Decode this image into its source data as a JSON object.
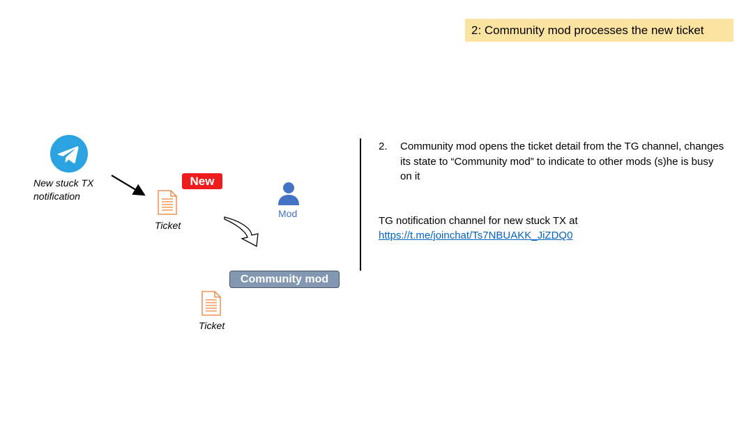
{
  "title": "2: Community mod processes the new ticket",
  "left_diagram": {
    "notification_caption": "New stuck TX notification",
    "new_badge": "New",
    "ticket_label_1": "Ticket",
    "mod_label": "Mod",
    "community_badge": "Community mod",
    "ticket_label_2": "Ticket"
  },
  "right_panel": {
    "step_number": "2.",
    "step_text": "Community mod opens the ticket detail from the TG channel, changes its state to “Community mod” to indicate to other mods (s)he is busy on it",
    "channel_note": "TG notification channel for new stuck TX at",
    "channel_link": "https://t.me/joinchat/Ts7NBUAKK_JiZDQ0"
  },
  "colors": {
    "title_bg": "#fbe3a1",
    "telegram_blue": "#2aa3e0",
    "new_badge": "#ee1c1c",
    "community_badge": "#8497b0",
    "mod_blue": "#4472c4",
    "doc_orange": "#ed7d31",
    "link": "#0563c1"
  },
  "icons": [
    "telegram-icon",
    "document-icon",
    "person-icon",
    "arrow-icon",
    "curved-arrow-icon"
  ]
}
